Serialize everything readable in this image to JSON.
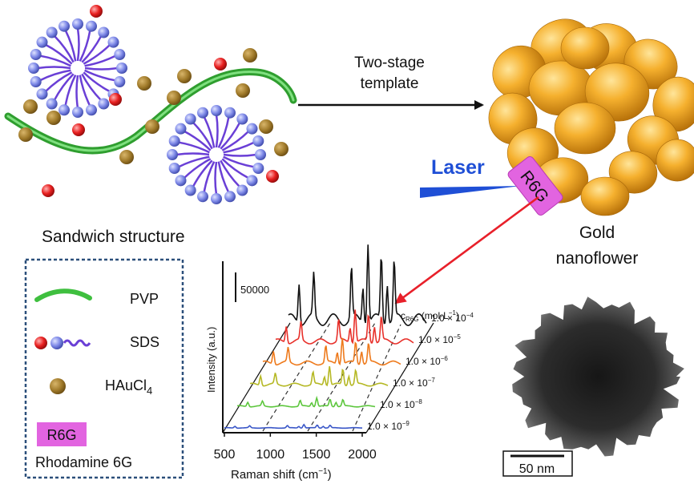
{
  "labels": {
    "arrow_text_line1": "Two-stage",
    "arrow_text_line2": "template",
    "laser": "Laser",
    "r6g_tag": "R6G",
    "sandwich": "Sandwich structure",
    "gold_line1": "Gold",
    "gold_line2": "nanoflower"
  },
  "legend": {
    "pvp": "PVP",
    "sds": "SDS",
    "hauc_main": "HAuCl",
    "hauc_sub": "4",
    "r6g_box": "R6G",
    "rhodamine": "Rhodamine 6G"
  },
  "spectra": {
    "ylabel": "Intensity (a.u.)",
    "xlabel": "Raman shift (cm",
    "xlabel_sup": "−1",
    "xlabel_end": ")",
    "scale_bar": "50000",
    "conc_label": "c",
    "conc_sub": "R6G",
    "conc_unit": " (mol·L",
    "conc_unit_sup": "−1",
    "conc_unit_end": ")",
    "xticks": [
      "500",
      "1000",
      "1500",
      "2000"
    ],
    "concentrations": [
      {
        "mant": "1.0 × 10",
        "exp": "−4",
        "color": "#111111"
      },
      {
        "mant": "1.0 × 10",
        "exp": "−5",
        "color": "#e8302a"
      },
      {
        "mant": "1.0 × 10",
        "exp": "−6",
        "color": "#ee7a1c"
      },
      {
        "mant": "1.0 × 10",
        "exp": "−7",
        "color": "#b5b824"
      },
      {
        "mant": "1.0 × 10",
        "exp": "−8",
        "color": "#5cc63c"
      },
      {
        "mant": "1.0 × 10",
        "exp": "−9",
        "color": "#3a57c8"
      }
    ]
  },
  "tem": {
    "scale": "50 nm"
  },
  "colors": {
    "pvp": "#3fbf3f",
    "sds_tail": "#6a3fd6",
    "sds_head": "#7f8ae8",
    "red_sphere": "#e82020",
    "gold_salt": "#a07a2a",
    "gold_flower": "#f2a928",
    "laser": "#1f4fd6",
    "r6g": "#e264e0",
    "arrow_red": "#e8202a",
    "legend_border": "#2b4f7a"
  }
}
